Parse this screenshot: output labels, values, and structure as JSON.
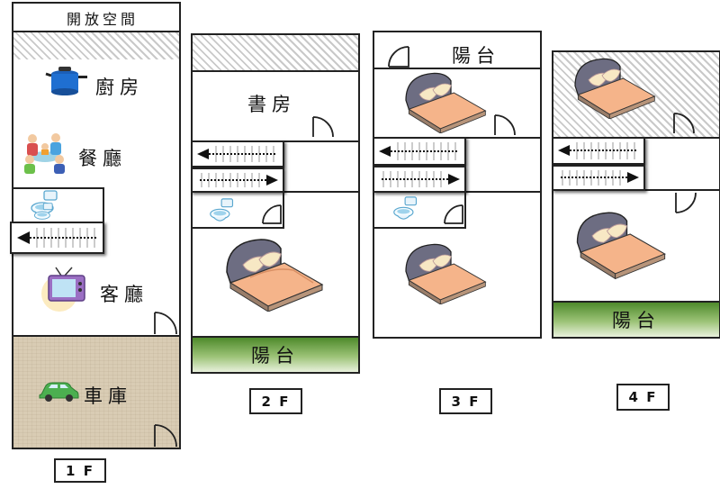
{
  "floors": {
    "f1": {
      "tag": "1 F",
      "rooms": {
        "open_space": "開放空間",
        "kitchen": "廚房",
        "dining": "餐廳",
        "living": "客廳",
        "garage": "車庫"
      }
    },
    "f2": {
      "tag": "2 F",
      "rooms": {
        "study": "書房",
        "balcony": "陽台"
      }
    },
    "f3": {
      "tag": "3 F",
      "rooms": {
        "balcony": "陽台"
      }
    },
    "f4": {
      "tag": "4 F",
      "rooms": {
        "balcony": "陽台"
      }
    }
  },
  "icons": {
    "kitchen": "pot-icon",
    "dining": "dining-family-icon",
    "living": "tv-icon",
    "garage": "car-icon",
    "bed": "bed-icon",
    "toilet": "toilet-icon",
    "stairs": "staircase-arrow-icon",
    "door": "door-swing-icon"
  },
  "colors": {
    "balcony_green": "#4e8a2b",
    "garage_beige": "#d9ccb4",
    "hatch_gray": "#c9c9c9",
    "car_green": "#4caf50",
    "pot_blue": "#1f6fd1"
  }
}
